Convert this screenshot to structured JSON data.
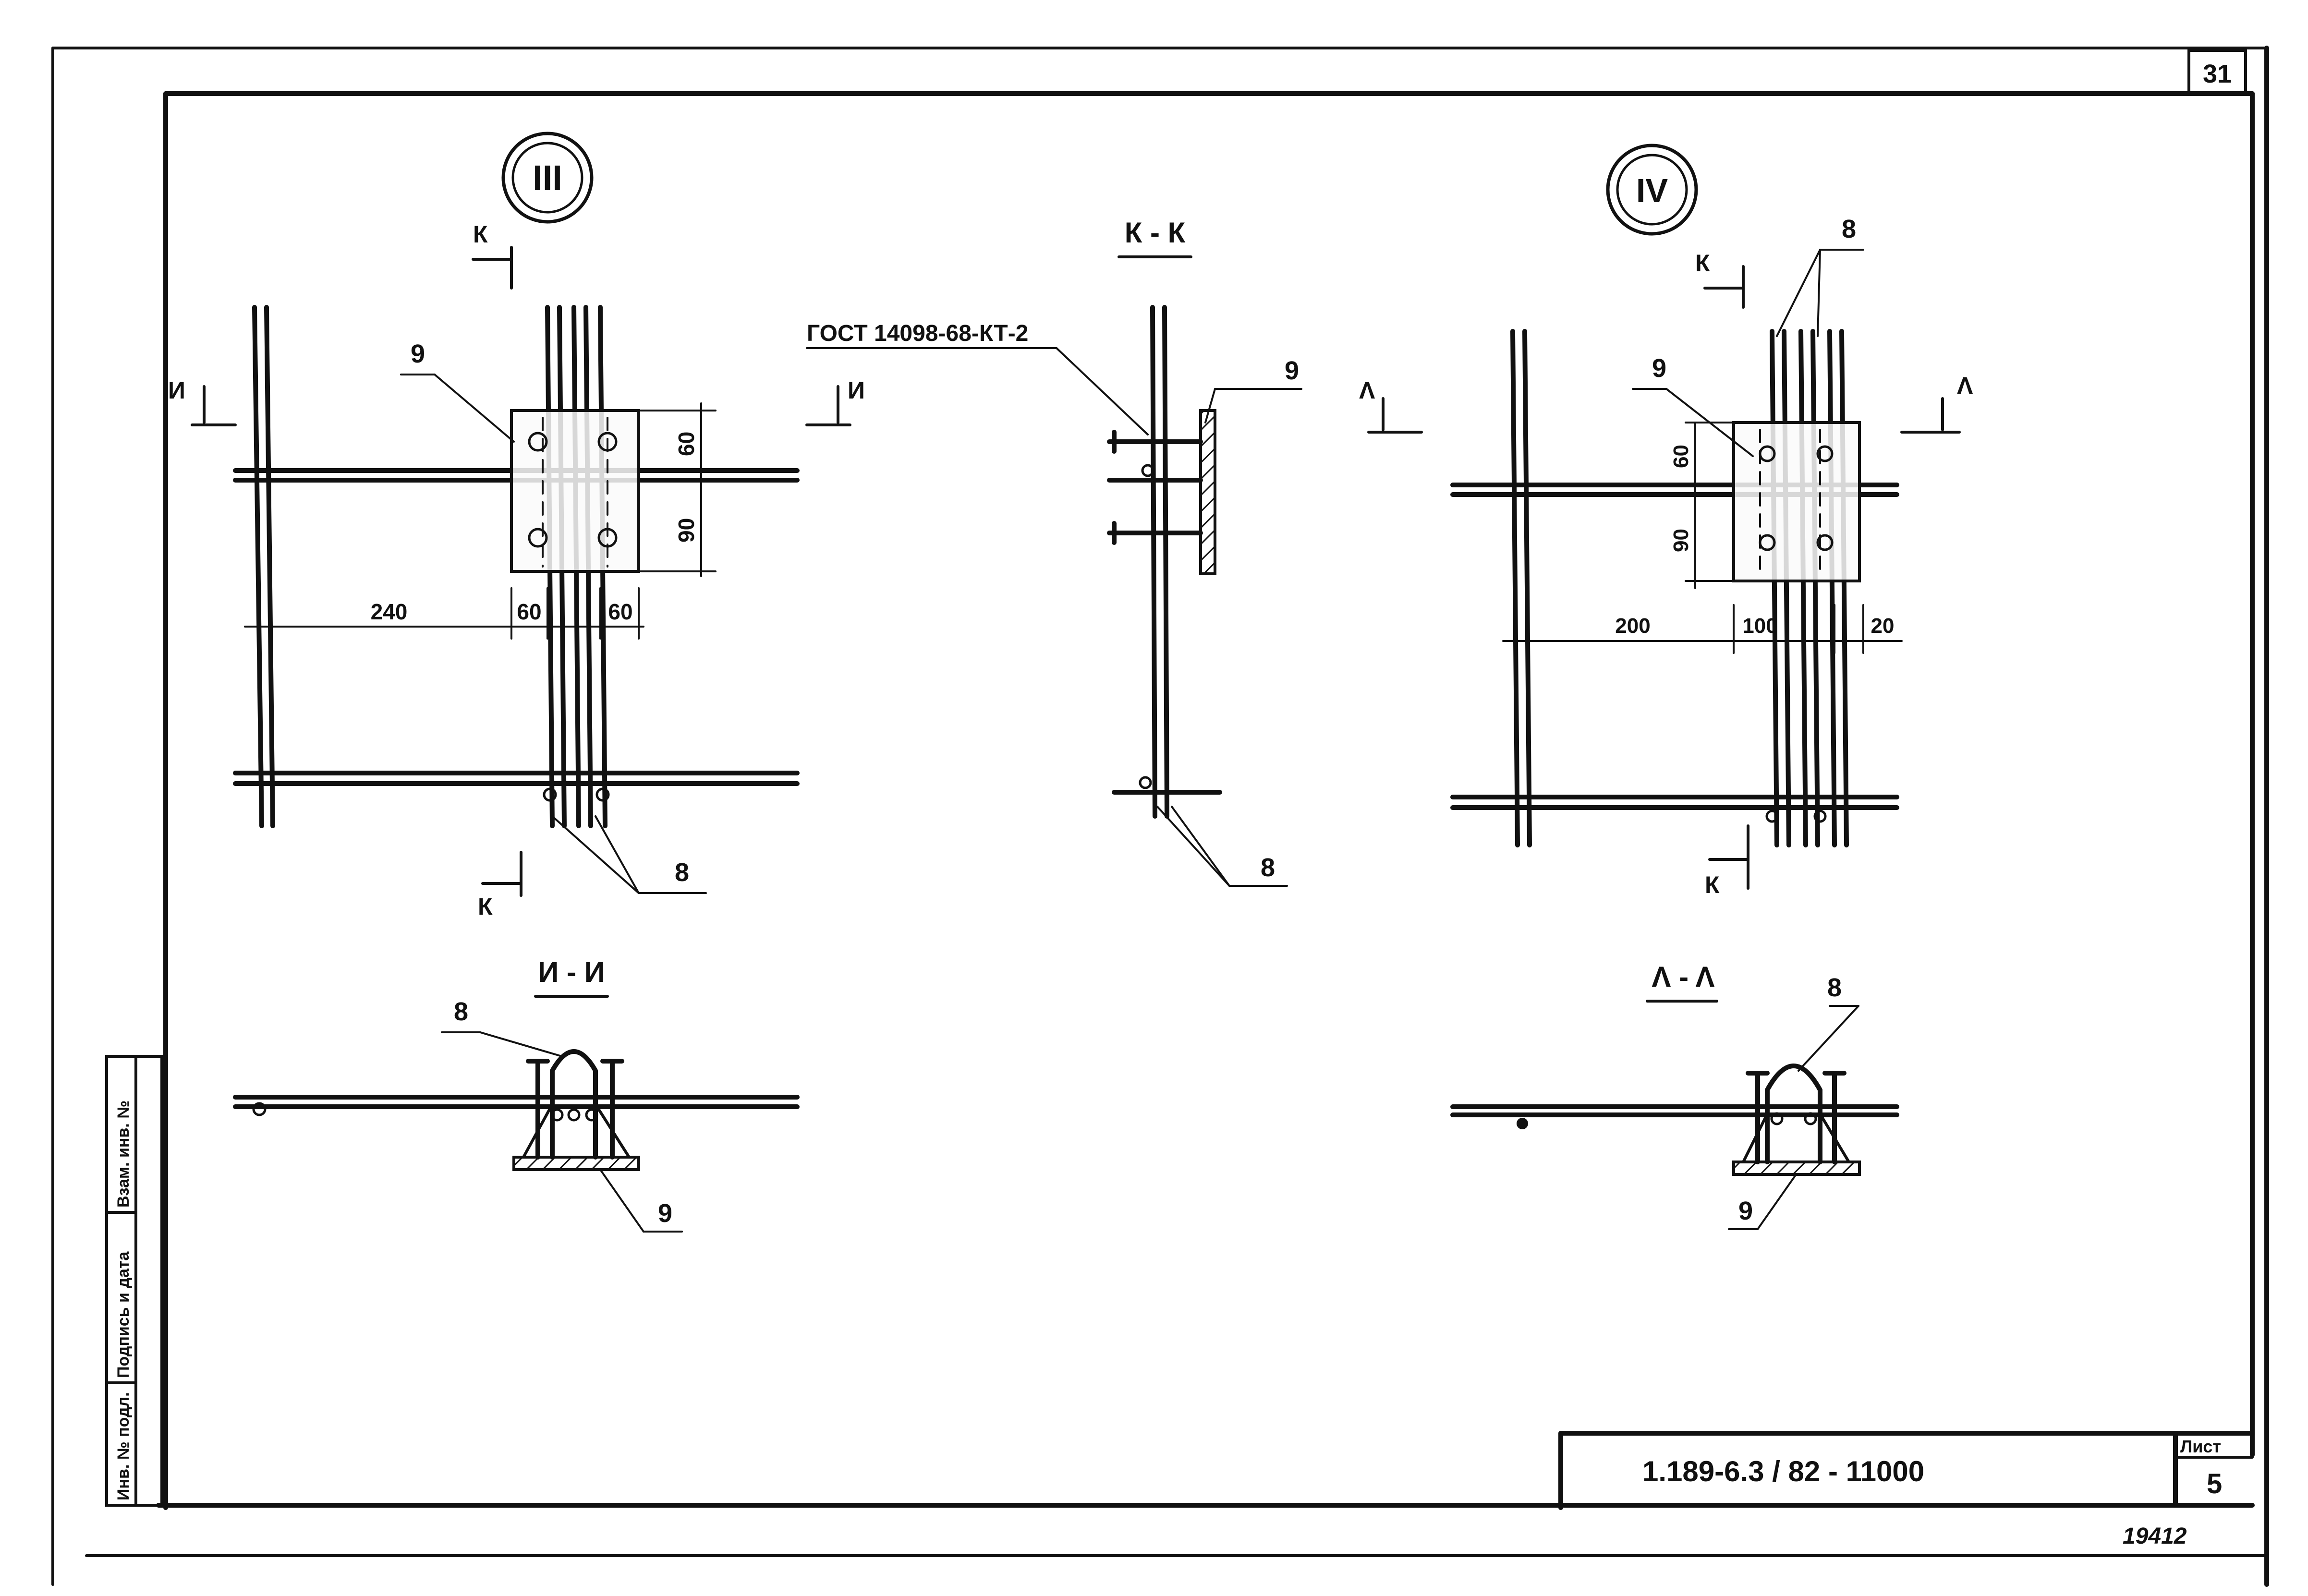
{
  "sheet_number": "31",
  "views": {
    "III": {
      "marker": "III",
      "section_marks": {
        "k_top": "К",
        "k_bottom": "К",
        "i_left": "И",
        "i_right": "И"
      },
      "labels": {
        "plate": "9",
        "bars": "8"
      },
      "dims": {
        "d240": "240",
        "d60a": "60",
        "d60b": "60",
        "d60v": "60",
        "d90v": "90"
      }
    },
    "KK": {
      "title": "К - К",
      "gost_note": "ГОСТ 14098-68-КТ-2",
      "labels": {
        "plate": "9",
        "bars": "8"
      }
    },
    "IV": {
      "marker": "IV",
      "section_marks": {
        "k_top": "К",
        "k_bottom": "К",
        "l_left": "Λ",
        "l_right": "Λ"
      },
      "labels": {
        "plate": "9",
        "bars": "8"
      },
      "dims": {
        "d200": "200",
        "d100": "100",
        "d20": "20",
        "d60v": "60",
        "d90v": "90"
      }
    },
    "II": {
      "title": "И - И",
      "labels": {
        "bars": "8",
        "plate": "9"
      }
    },
    "LL": {
      "title": "Λ - Λ",
      "labels": {
        "bars": "8",
        "plate": "9"
      }
    }
  },
  "side_stamp": {
    "inv_podl": "Инв. № подл.",
    "podpis": "Подпись и дата",
    "vzam": "Взам. инв. №"
  },
  "title_block": {
    "code": "1.189-6.3 / 82 - 11000",
    "list_label": "Лист",
    "list_no": "5"
  },
  "archive_no": "19412"
}
